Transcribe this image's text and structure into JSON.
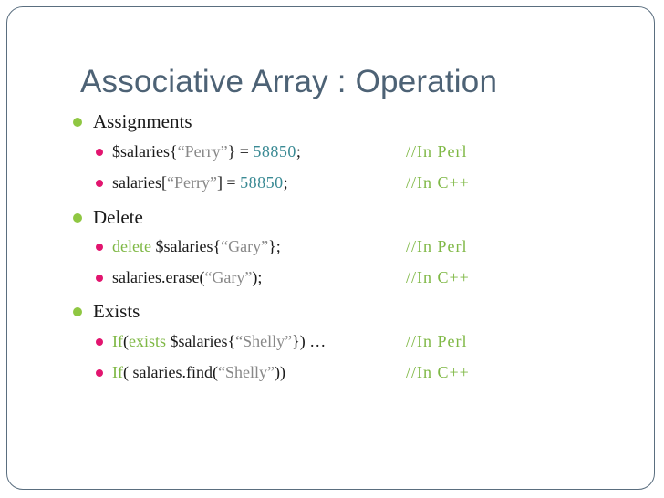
{
  "title": "Associative Array : Operation",
  "sections": [
    {
      "heading": "Assignments",
      "items": [
        {
          "parts": [
            "$salaries{",
            "“Perry”",
            "} = ",
            "58850",
            ";"
          ],
          "comment": "//In Perl"
        },
        {
          "parts": [
            "salaries[",
            "“Perry”",
            "] = ",
            "58850",
            ";"
          ],
          "comment": "//In C++"
        }
      ]
    },
    {
      "heading": "Delete",
      "items": [
        {
          "parts": [
            "delete",
            " $salaries{",
            "“Gary”",
            "};"
          ],
          "comment": "//In Perl"
        },
        {
          "parts": [
            "salaries.erase(",
            "“Gary”",
            ");"
          ],
          "comment": "//In C++"
        }
      ]
    },
    {
      "heading": "Exists",
      "items": [
        {
          "parts": [
            "If",
            "(",
            "exists",
            " $salaries{",
            "“Shelly”",
            "}) …"
          ],
          "comment": "//In Perl"
        },
        {
          "parts": [
            "If",
            "( salaries.find(",
            "“Shelly”",
            "))"
          ],
          "comment": "//In C++"
        }
      ]
    }
  ],
  "colors": {
    "title": "#4d6275",
    "keyword": "#7fb845",
    "string": "#888888",
    "number": "#3a8a94",
    "bullet_level1": "#8fc742",
    "bullet_level2": "#e2156f",
    "border": "#5a6e7f"
  }
}
